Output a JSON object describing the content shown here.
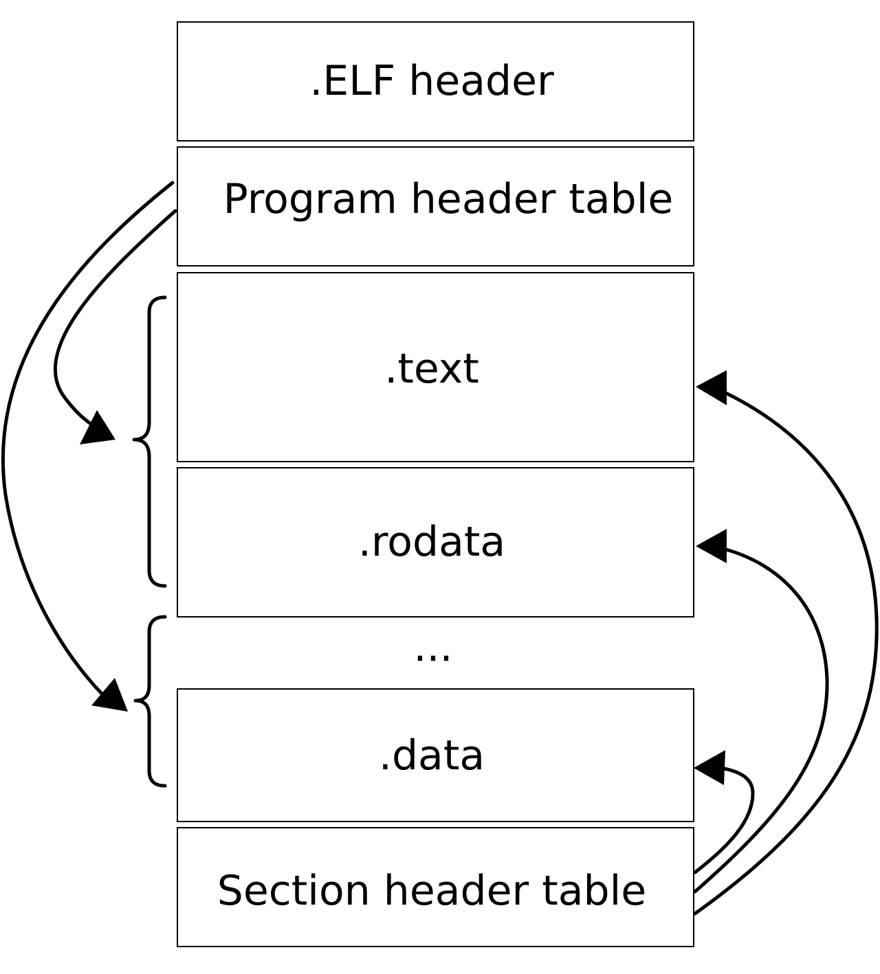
{
  "diagram": {
    "blocks": {
      "elf_header": ".ELF header",
      "program_header_table": "Program header table",
      "text_section": ".text",
      "rodata_section": ".rodata",
      "ellipsis": "...",
      "data_section": ".data",
      "section_header_table": "Section header table"
    },
    "colors": {
      "stroke": "#000000",
      "background": "#ffffff"
    }
  }
}
